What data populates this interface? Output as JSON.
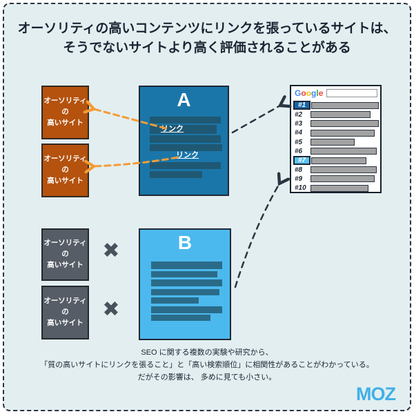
{
  "title": {
    "line1": "オーソリティの高いコンテンツにリンクを張っているサイトは、",
    "line2": "そうでないサイトより高く評価されることがある"
  },
  "authority_site": {
    "line1": "オーソリティの",
    "line2": "高いサイト"
  },
  "site_a": {
    "label": "A",
    "link1": "リンク",
    "link2": "リンク"
  },
  "site_b": {
    "label": "B"
  },
  "cross": "✖",
  "google": {
    "logo": [
      {
        "ch": "G",
        "color": "#4285f4"
      },
      {
        "ch": "o",
        "color": "#ea4335"
      },
      {
        "ch": "o",
        "color": "#fbbc05"
      },
      {
        "ch": "g",
        "color": "#4285f4"
      },
      {
        "ch": "l",
        "color": "#34a853"
      },
      {
        "ch": "e",
        "color": "#ea4335"
      }
    ],
    "results": [
      {
        "rank": "#1",
        "width": 97,
        "highlight": "dark"
      },
      {
        "rank": "#2",
        "width": 85,
        "highlight": "none"
      },
      {
        "rank": "#3",
        "width": 97,
        "highlight": "none"
      },
      {
        "rank": "#4",
        "width": 91,
        "highlight": "none"
      },
      {
        "rank": "#5",
        "width": 62,
        "highlight": "none"
      },
      {
        "rank": "#6",
        "width": 94,
        "highlight": "none"
      },
      {
        "rank": "#7",
        "width": 78,
        "highlight": "light"
      },
      {
        "rank": "#8",
        "width": 94,
        "highlight": "none"
      },
      {
        "rank": "#9",
        "width": 91,
        "highlight": "none"
      },
      {
        "rank": "#10",
        "width": 82,
        "highlight": "none"
      }
    ]
  },
  "caption": {
    "line1": "SEO に関する複数の実験や研究から、",
    "line2": "「質の高いサイトにリンクを張ること」と「高い検索順位」に相関性があることがわかっている。",
    "line3": "だがその影響は、 多めに見ても小さい。"
  },
  "brand": "MOZ",
  "colors": {
    "background": "#e3eef0",
    "authority_orange": "#b4520e",
    "authority_gray": "#565d66",
    "site_a_blue": "#1a76a9",
    "site_b_blue": "#4cb9ee",
    "rank1_bg": "#1566a7",
    "rank7_bg": "#5ac2f2",
    "arrow_orange": "#f49b35",
    "arrow_dark": "#2a3542",
    "moz_blue": "#40b0e7"
  }
}
